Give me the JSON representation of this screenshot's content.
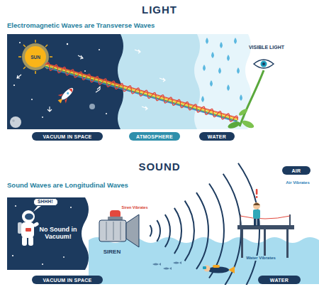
{
  "diagram": {
    "nodes": [
      {
        "text": [
          "VACUUM IN SPACE"
        ]
      },
      {
        "text": [
          "ATMOSPHERE"
        ]
      },
      {
        "text": [
          "WATER"
        ]
      },
      {
        "text": [
          "SHHH!"
        ]
      },
      {
        "text": [
          "AIR"
        ]
      },
      {
        "text": [
          "VACUUM IN SPACE"
        ]
      },
      {
        "text": [
          "WATER"
        ]
      }
    ],
    "labels": [
      "LIGHT",
      "Electromagnetic Waves are Transverse Waves",
      "SUN",
      "VISIBLE LIGHT",
      "SOUND",
      "Sound Waves are Longitudinal Waves",
      "No Sound in Vacuum!",
      "SIREN",
      "Siren Vibrates",
      "Air Vibrates",
      "Water Vibrates"
    ]
  }
}
